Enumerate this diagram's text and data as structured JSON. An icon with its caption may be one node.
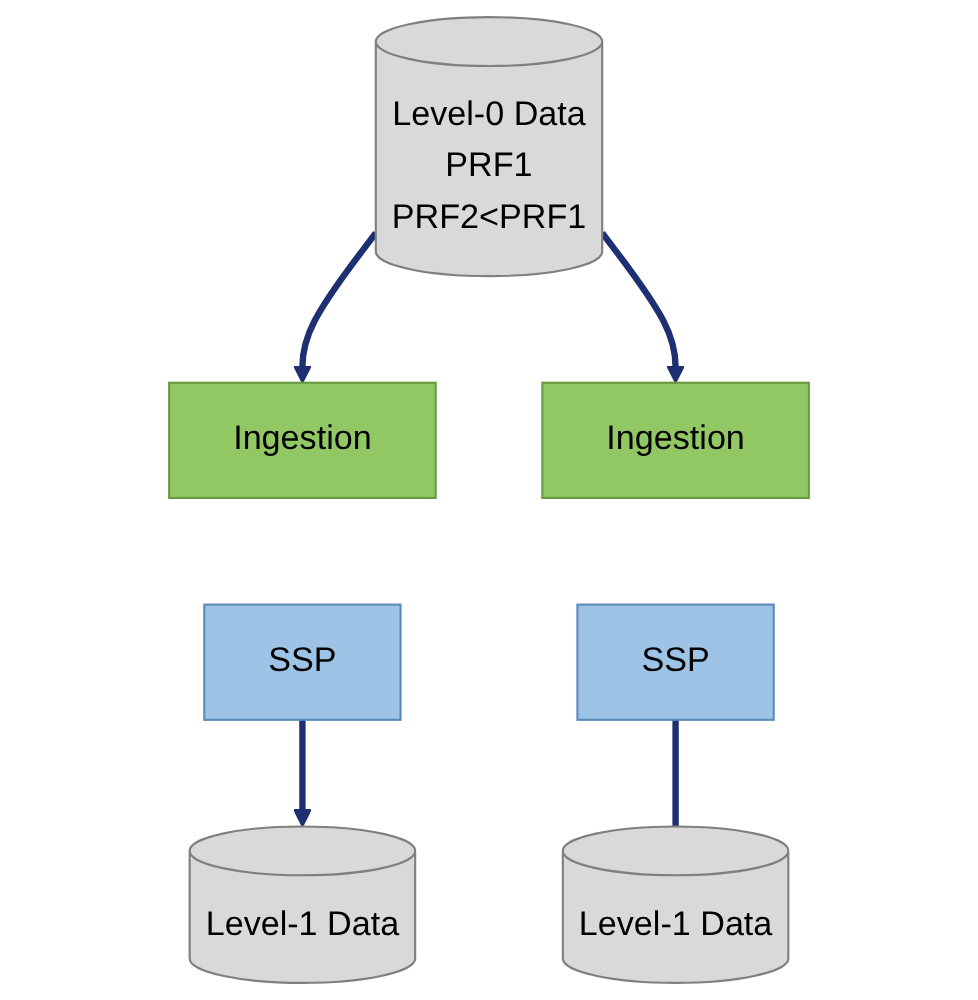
{
  "diagram": {
    "nodes": [
      {
        "text": [
          "Level-0 Data",
          "PRF1",
          "PRF2<PRF1"
        ]
      },
      {
        "text": [
          "Ingestion"
        ]
      },
      {
        "text": [
          "SSP"
        ]
      },
      {
        "text": [
          "Ingestion"
        ]
      },
      {
        "text": [
          "SSP"
        ]
      },
      {
        "text": [
          "Level-1 Data"
        ]
      },
      {
        "text": [
          "Level-1 Data"
        ]
      }
    ],
    "edges": [
      {
        "from": 0,
        "to": 1,
        "arrow": "to"
      },
      {
        "from": 0,
        "to": 3,
        "arrow": "to"
      },
      {
        "from": 2,
        "to": 5,
        "arrow": "to"
      },
      {
        "from": 4,
        "to": 6,
        "arrow": "none"
      }
    ]
  }
}
